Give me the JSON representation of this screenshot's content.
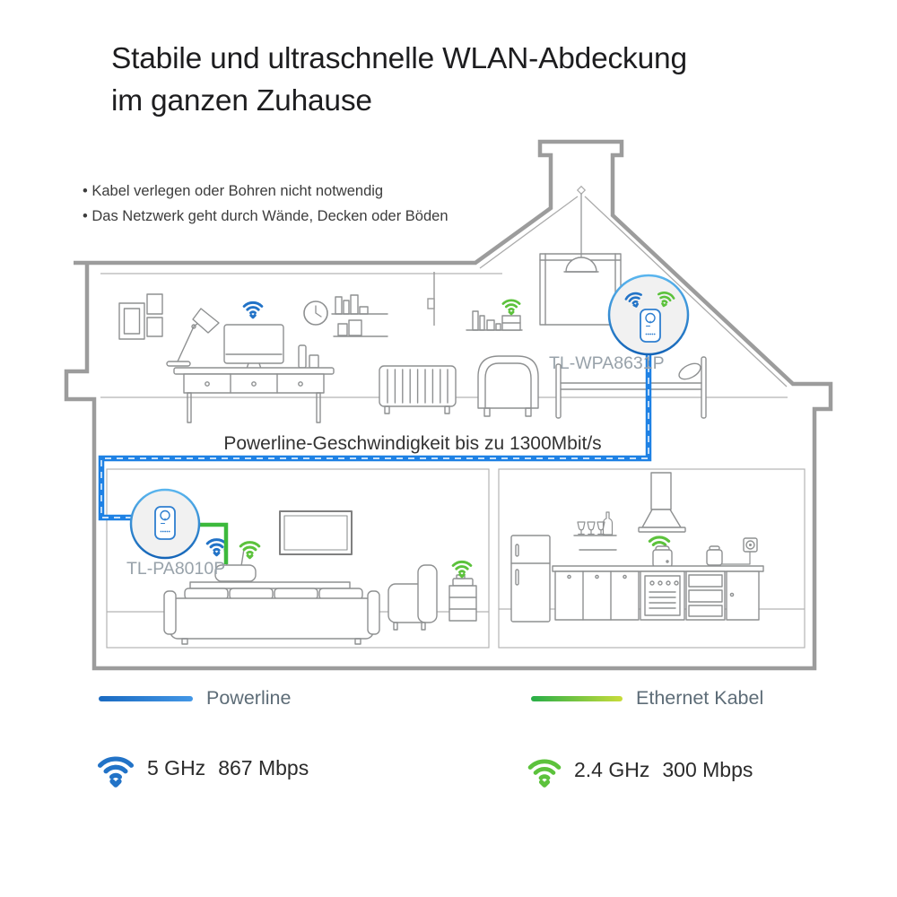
{
  "header": {
    "title_line1": "Stabile und ultraschnelle WLAN-Abdeckung",
    "title_line2": "im ganzen Zuhause",
    "bullets": [
      "Kabel verlegen oder Bohren nicht notwendig",
      "Das Netzwerk geht durch Wände, Decken oder Böden"
    ]
  },
  "diagram": {
    "powerline_note": "Powerline-Geschwindigkeit bis zu 1300Mbit/s",
    "devices": [
      {
        "model": "TL-WPA8631P"
      },
      {
        "model": "TL-PA8010P"
      }
    ]
  },
  "legend": [
    {
      "label": "Powerline",
      "color": "#1e81e4"
    },
    {
      "label": "Ethernet Kabel",
      "color": "#3cb93c"
    }
  ],
  "wifi_bands": [
    {
      "band": "5 GHz",
      "speed": "867 Mbps",
      "color": "#2273c7"
    },
    {
      "band": "2.4 GHz",
      "speed": "300 Mbps",
      "color": "#5cc23c"
    }
  ],
  "colors": {
    "powerline_blue": "#1e81e4",
    "ethernet_green": "#3cb93c",
    "wifi_5ghz_blue": "#2273c7",
    "wifi_24ghz_green": "#5cc23c",
    "outline_gray": "#9c9c9c"
  }
}
